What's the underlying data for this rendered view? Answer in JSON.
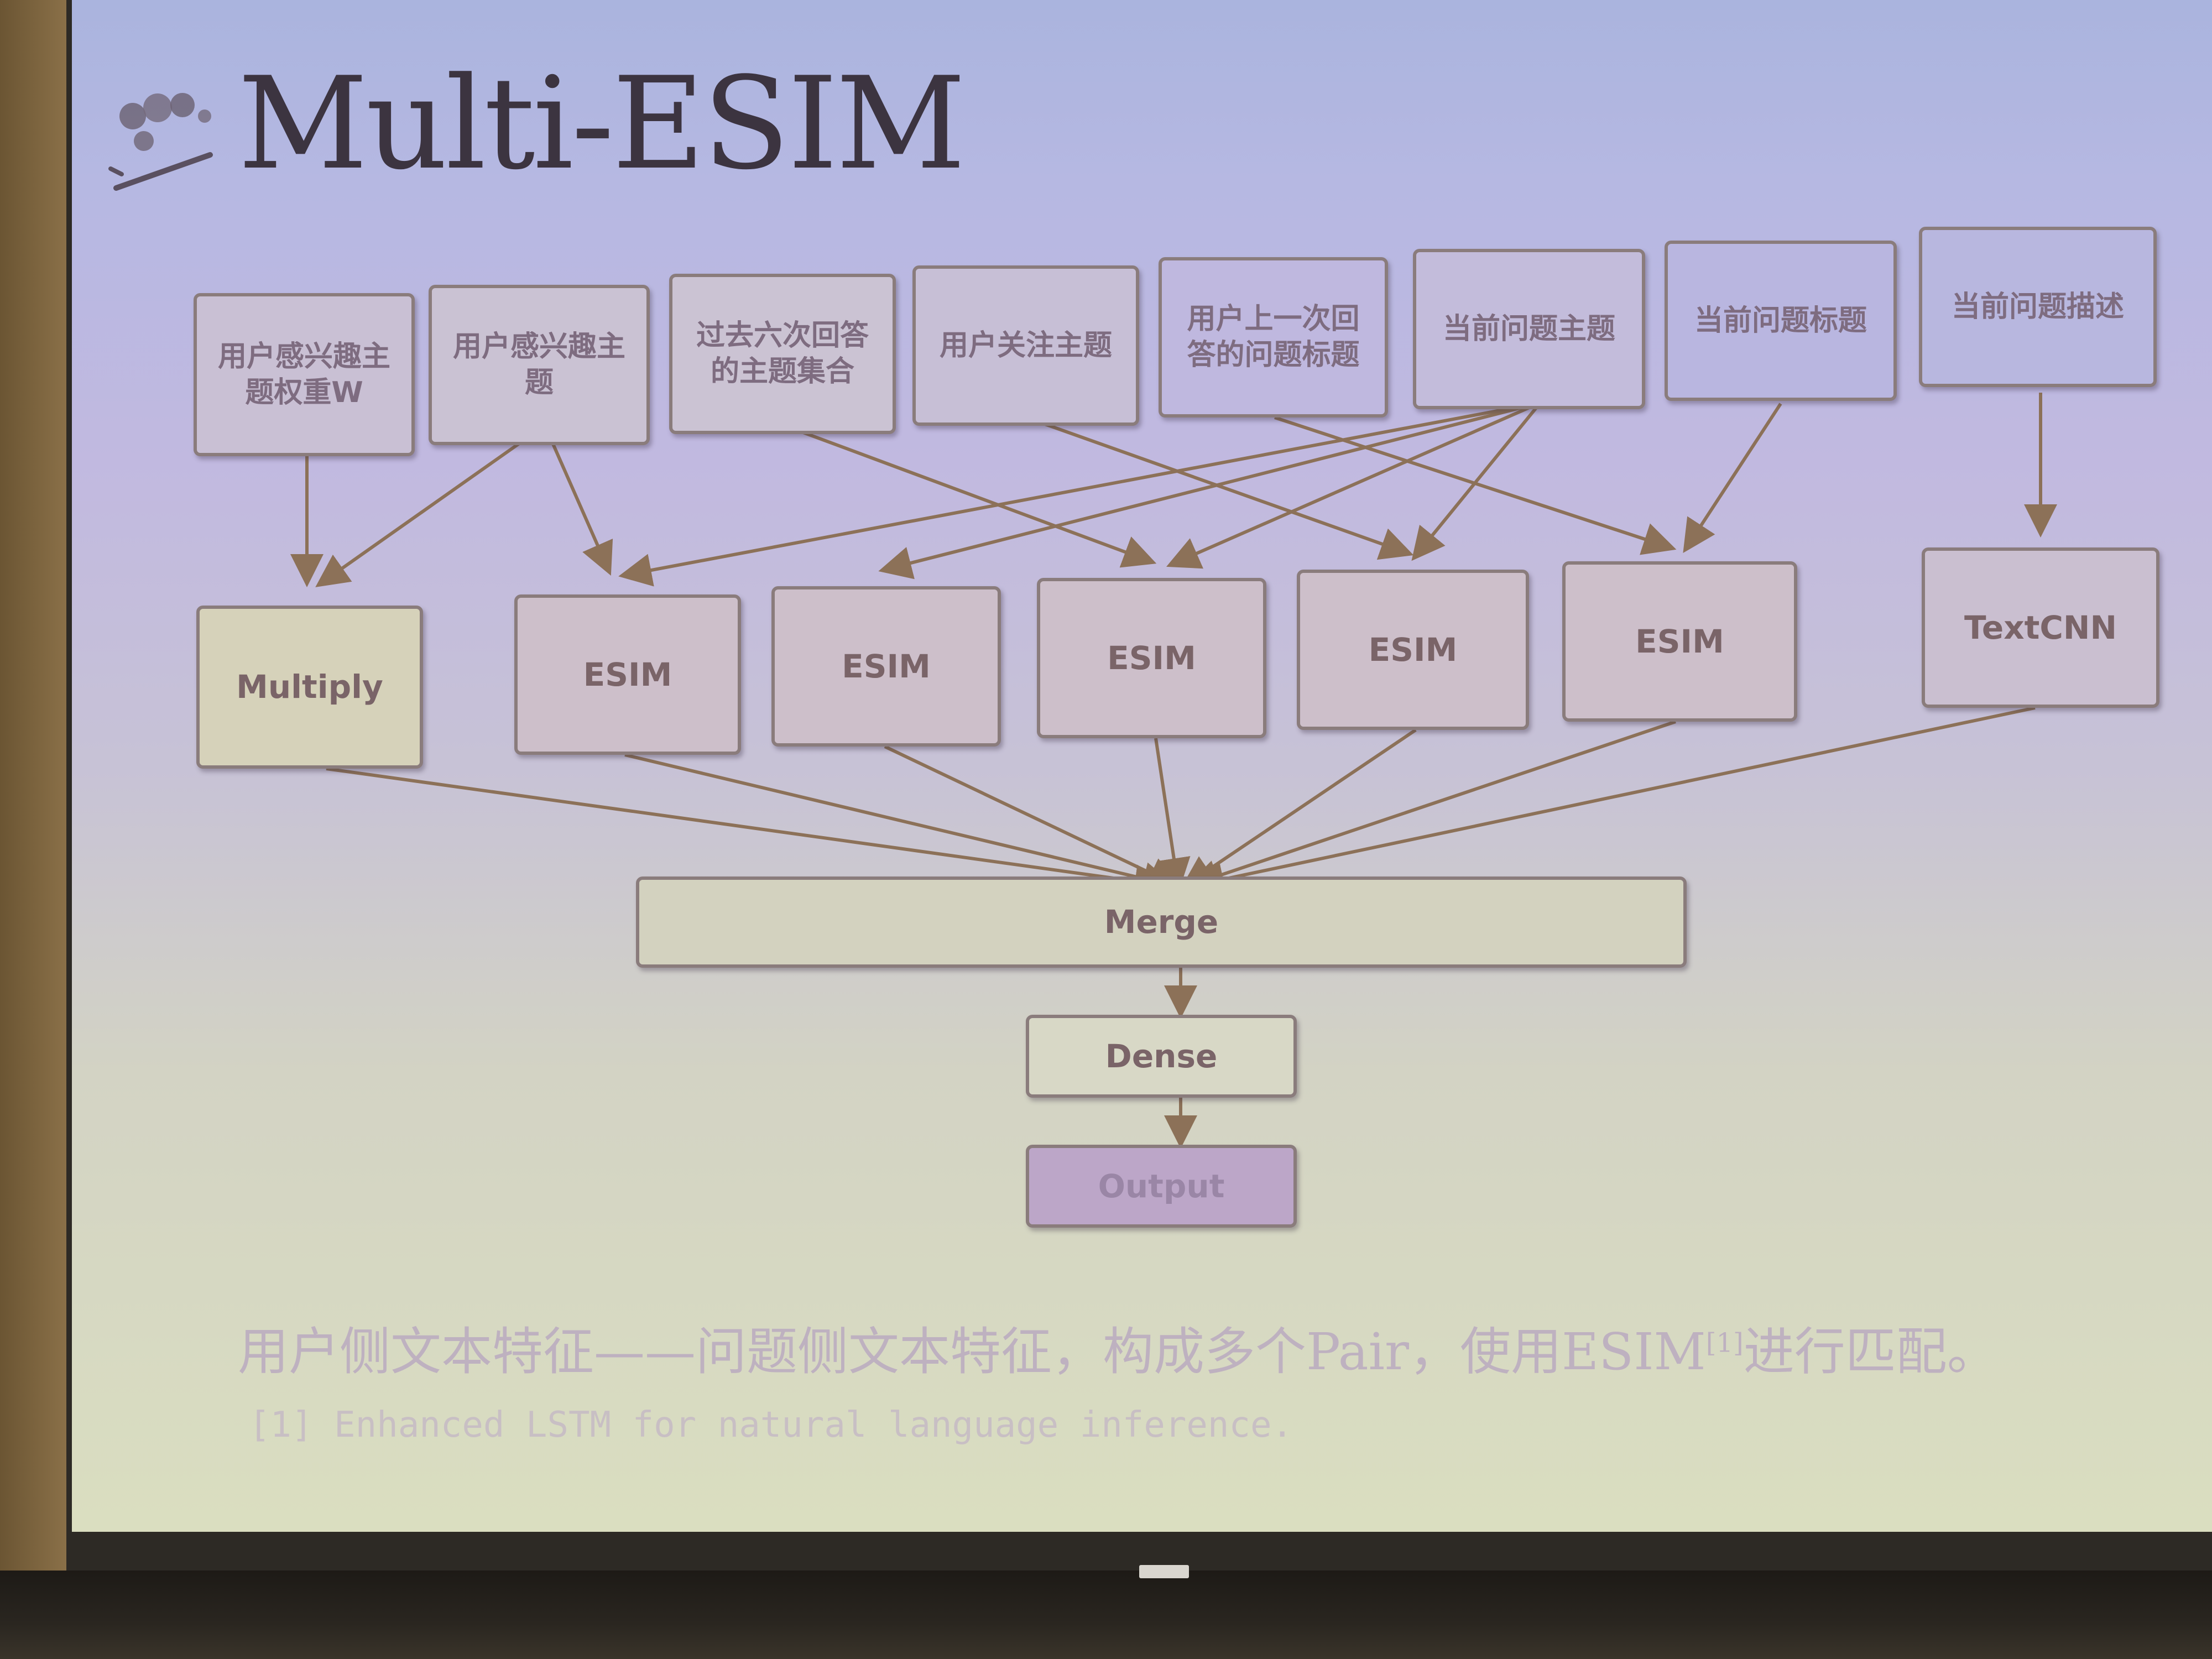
{
  "slide": {
    "title": "Multi-ESIM",
    "caption": "用户侧文本特征——问题侧文本特征，构成多个Pair，使用ESIM",
    "caption_ref_marker": "[1]",
    "caption_tail": "进行匹配。",
    "reference": "[1] Enhanced LSTM for natural language inference."
  },
  "diagram": {
    "inputs": [
      "用户感兴趣主题权重W",
      "用户感兴趣主题",
      "过去六次回答的主题集合",
      "用户关注主题",
      "用户上一次回答的问题标题",
      "当前问题主题",
      "当前问题标题",
      "当前问题描述"
    ],
    "middle": [
      "Multiply",
      "ESIM",
      "ESIM",
      "ESIM",
      "ESIM",
      "ESIM",
      "TextCNN"
    ],
    "merge": "Merge",
    "dense": "Dense",
    "output": "Output"
  },
  "colors": {
    "input_boxes": [
      "#c9c0d4",
      "#cac2d3",
      "#cbc3d3",
      "#c7bfd6",
      "#bfb8df",
      "#c3bcdb",
      "#b9b6e0",
      "#b8b7df"
    ],
    "multiply": "#d6d2ba",
    "esim": "#cdbfca",
    "textcnn": "#cabfd0",
    "merge": "#d3d2bf",
    "dense": "#d8d8c6",
    "output": "#bca6c8",
    "arrow": "#8c7158"
  }
}
